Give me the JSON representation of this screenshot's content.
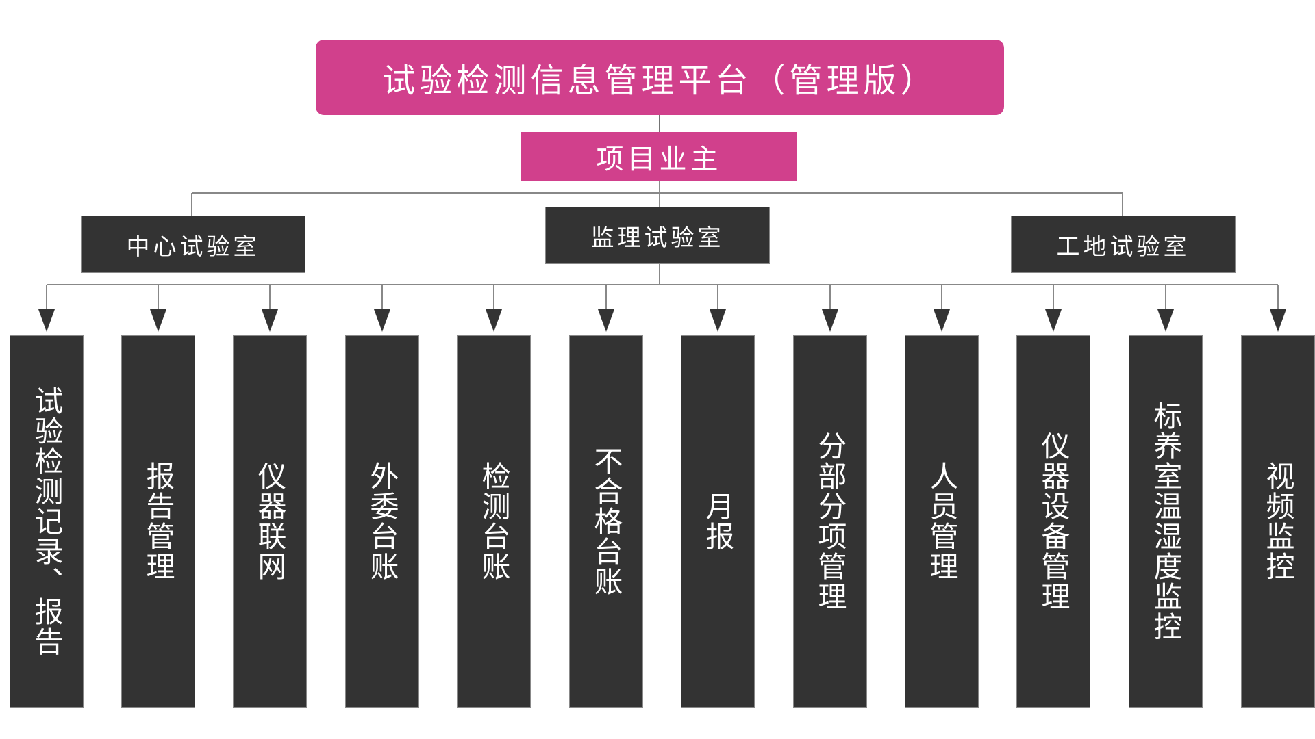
{
  "title": "试验检测信息管理平台（管理版）",
  "owner": "项目业主",
  "labs": [
    "中心试验室",
    "监理试验室",
    "工地试验室"
  ],
  "modules": [
    "试验检测记录、报告",
    "报告管理",
    "仪器联网",
    "外委台账",
    "检测台账",
    "不合格台账",
    "月报",
    "分部分项管理",
    "人员管理",
    "仪器设备管理",
    "标养室温湿度监控",
    "视频监控"
  ],
  "colors": {
    "accent": "#d1408c",
    "box": "#333333",
    "line": "#666666"
  }
}
